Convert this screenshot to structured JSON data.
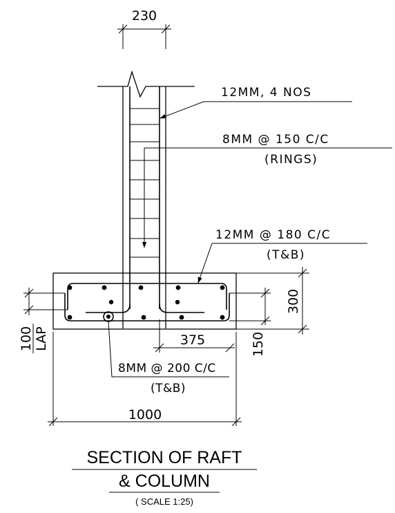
{
  "dimensions": {
    "column_width": "230",
    "raft_depth": "300",
    "bend_length": "375",
    "cover": "150",
    "lap": "100",
    "lap_label": "LAP",
    "raft_width": "1000"
  },
  "notes": {
    "column_bars": "12MM, 4 NOS",
    "rings": "8MM @ 150 C/C",
    "rings_sub": "(RINGS)",
    "raft_main": "12MM @ 180 C/C",
    "raft_main_sub": "(T&B)",
    "raft_dist": "8MM @ 200 C/C",
    "raft_dist_sub": "(T&B)"
  },
  "title": {
    "line1": "SECTION OF RAFT",
    "line2": "& COLUMN",
    "scale": "( SCALE 1:25)"
  }
}
